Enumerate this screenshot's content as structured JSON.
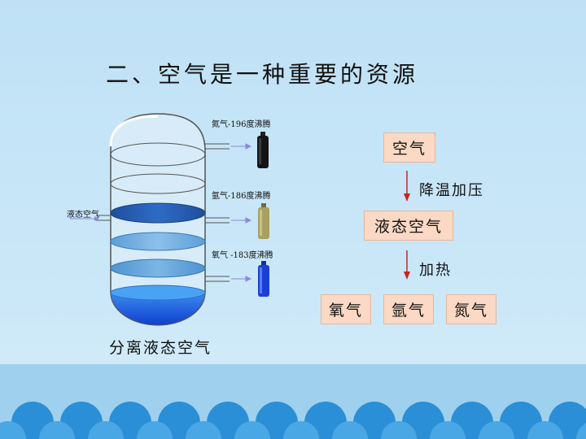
{
  "slide": {
    "title": "二、空气是一种重要的资源",
    "caption": "分离液态空气"
  },
  "column_labels": {
    "inlet": "液态空气",
    "outlet_top": "氮气-196度沸腾",
    "outlet_middle": "氩气-186度沸腾",
    "outlet_bottom": "氧气 -183度沸腾"
  },
  "flow": {
    "start": "空气",
    "step1": "降温加压",
    "middle": "液态空气",
    "step2": "加热",
    "products": [
      "氧气",
      "氩气",
      "氮气"
    ]
  },
  "colors": {
    "arrow": "#cc2222",
    "box_fill": "#fbd9c4",
    "liquid_dark": "#2a63b3",
    "liquid_bottom": "#1f5fe0"
  }
}
